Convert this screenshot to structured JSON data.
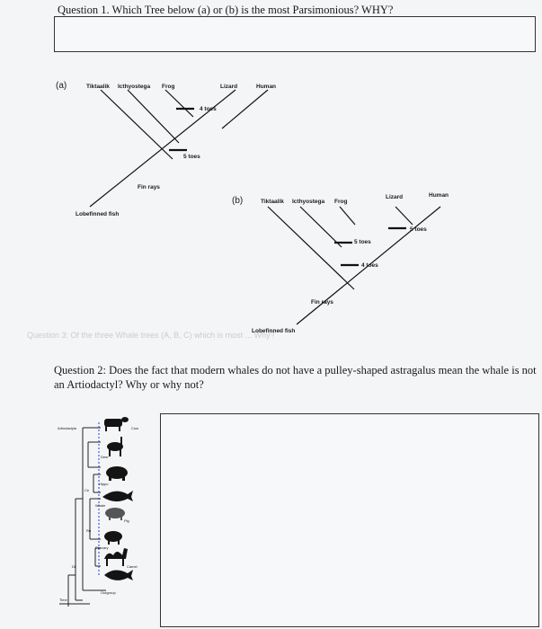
{
  "question1": {
    "text": "Question 1. Which Tree below (a) or (b) is the most Parsimonious? WHY?",
    "answer": ""
  },
  "tree_a": {
    "label": "(a)",
    "taxa": [
      "Tiktaalik",
      "Icthyostega",
      "Frog",
      "Lizard",
      "Human"
    ],
    "traits": {
      "four_toes": "4 toes",
      "five_toes": "5 toes",
      "fin_rays": "Fin rays"
    },
    "root": "Lobefinned fish"
  },
  "tree_b": {
    "label": "(b)",
    "taxa": [
      "Tiktaalik",
      "Icthyostega",
      "Frog",
      "Lizard",
      "Human"
    ],
    "traits": {
      "five_toes_lower": "5 toes",
      "five_toes_upper": "5 toes",
      "four_toes": "4 toes",
      "fin_rays": "Fin rays"
    },
    "root": "Lobefinned fish"
  },
  "question2": {
    "text": "Question 2: Does the fact that modern whales do not have a pulley-shaped astragalus mean the whale is not an Artiodactyl? Why or why not?",
    "answer": ""
  },
  "phylogeny": {
    "group_label": "Artiodactyla",
    "taxa": [
      "Cow",
      "Deer",
      "Hippo",
      "Whale",
      "Pig",
      "Peccary",
      "Camel",
      "Outgroup"
    ],
    "scale": "Time",
    "node_labels": [
      "Ce",
      "Ru",
      "Di"
    ]
  },
  "background_ghost_text": "Question 3: Of the three Whale trees (A, B, C) which is most ... Why?"
}
